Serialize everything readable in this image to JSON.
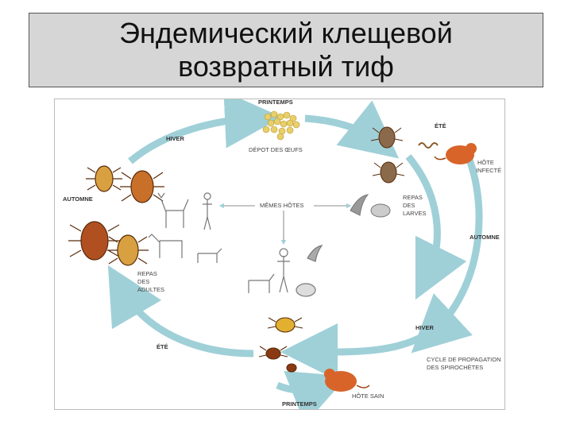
{
  "slide": {
    "title_line1": "Эндемический клещевой",
    "title_line2": "возвратный тиф"
  },
  "diagram": {
    "labels": {
      "printemps_top": "PRINTEMPS",
      "hiver_top": "HIVER",
      "depot": "DÉPOT DES ŒUFS",
      "ete_right": "ÉTÉ",
      "hote_infecte_1": "HÔTE",
      "hote_infecte_2": "INFECTÉ",
      "automne_left": "AUTOMNE",
      "memes_hotes": "MÊMES HÔTES",
      "repas_larves_1": "REPAS",
      "repas_larves_2": "DES",
      "repas_larves_3": "LARVES",
      "automne_right": "AUTOMNE",
      "repas_adultes_1": "REPAS",
      "repas_adultes_2": "DES",
      "repas_adultes_3": "ADULTES",
      "ete_left": "ÉTÉ",
      "hiver_bottom": "HIVER",
      "cycle_1": "CYCLE DE PROPAGATION",
      "cycle_2": "DES SPIROCHÈTES",
      "hote_sain": "HÔTE SAIN",
      "printemps_bottom": "PRINTEMPS"
    },
    "colors": {
      "arrow": "#9fd0d8",
      "tick_body": "#8a3a12",
      "tick_fed": "#d8a040",
      "egg": "#e8cf6a",
      "rodent": "#d8642a"
    }
  }
}
